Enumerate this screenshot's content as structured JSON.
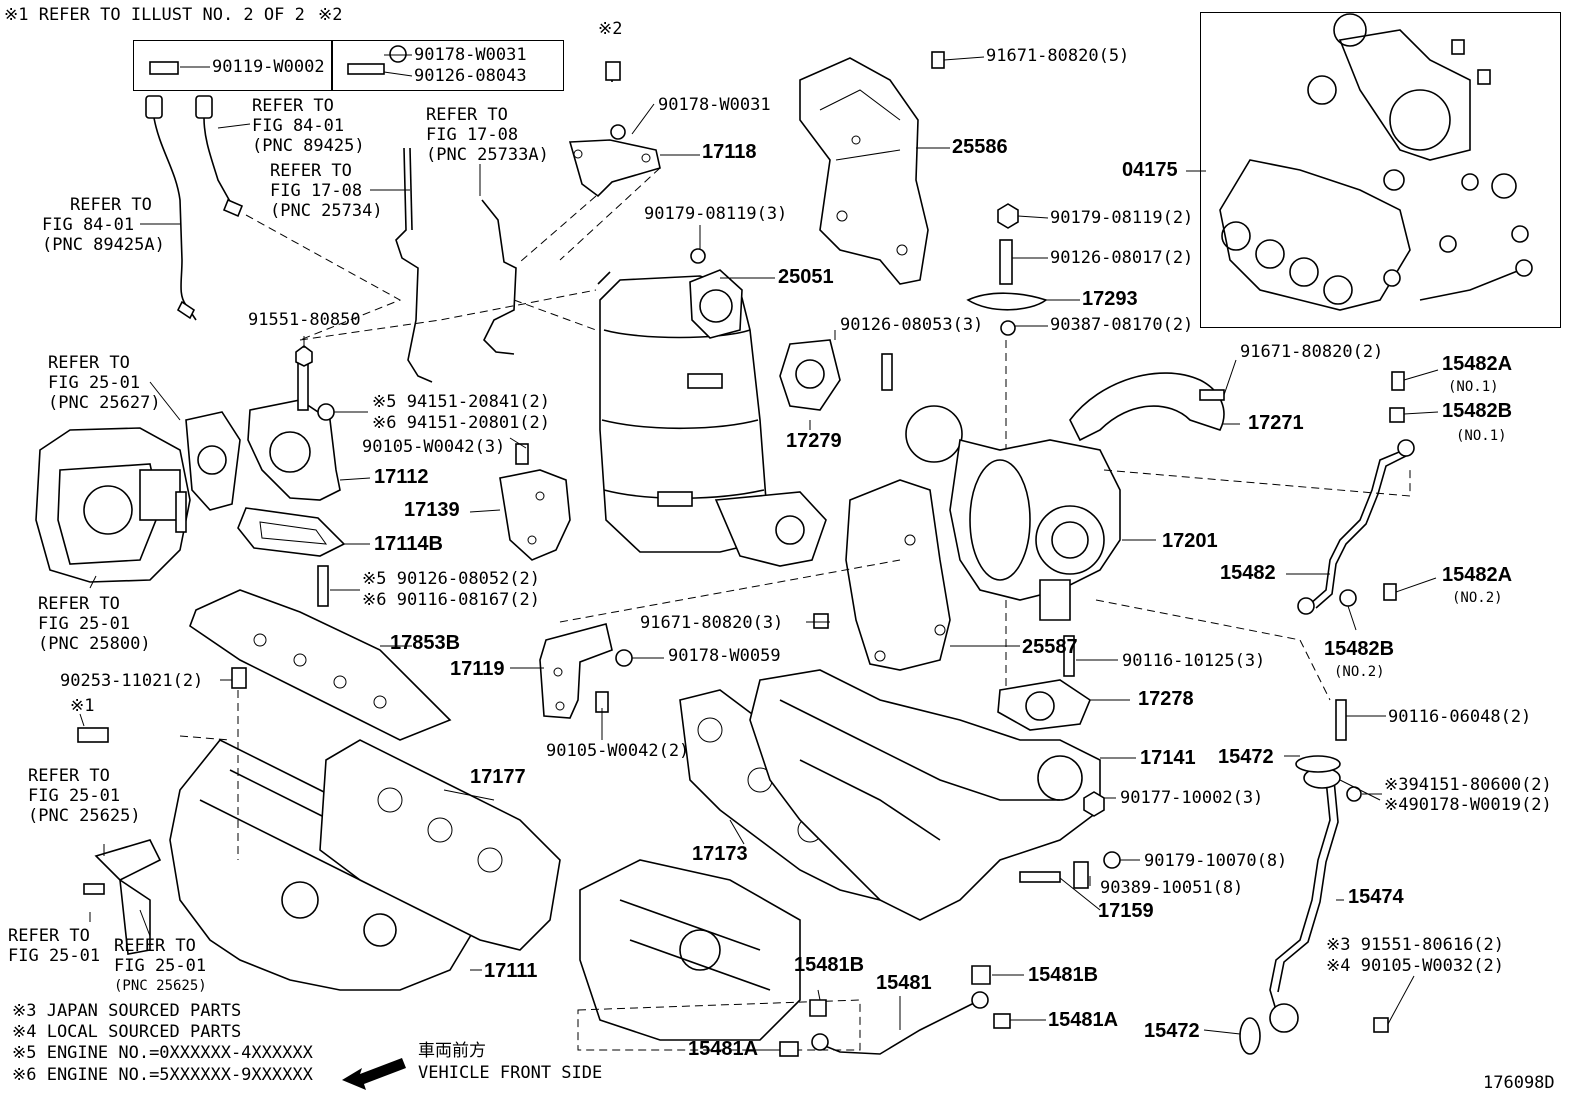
{
  "notes": {
    "n1": "※1  REFER TO ILLUST NO. 2 OF 2",
    "n2": "※2",
    "n3": "※3  JAPAN SOURCED PARTS",
    "n4": "※4  LOCAL SOURCED PARTS",
    "n5": "※5 ENGINE NO.=0XXXXXX-4XXXXXX",
    "n6": "※6 ENGINE NO.=5XXXXXX-9XXXXXX"
  },
  "front": {
    "jp": "車両前方",
    "en": "VEHICLE FRONT SIDE"
  },
  "figure_id": "176098D",
  "parts": {
    "p90119": "90119-W0002",
    "p90178a": "90178-W0031",
    "p90126a": "90126-08043",
    "note2b": "※2",
    "p90178b": "90178-W0031",
    "p17118": "17118",
    "p90179a": "90179-08119(3)",
    "p25051": "25051",
    "p91671a": "91671-80820(5)",
    "p25586": "25586",
    "p90179b": "90179-08119(2)",
    "p90126b": "90126-08017(2)",
    "p17293": "17293",
    "p90387": "90387-08170(2)",
    "p04175": "04175",
    "p91551": "91551-80850",
    "p94151a": "※5 94151-20841(2)",
    "p94151b": "※6 94151-20801(2)",
    "p90105a": "90105-W0042(3)",
    "p17112": "17112",
    "p17139": "17139",
    "p17114b": "17114B",
    "p90126c": "※5 90126-08052(2)",
    "p90116a": "※6 90116-08167(2)",
    "p17853b": "17853B",
    "p17119": "17119",
    "p90178c": "90178-W0059",
    "p90105b": "90105-W0042(2)",
    "p91671b": "91671-80820(3)",
    "p25587": "25587",
    "p90116b": "90116-10125(3)",
    "p17278": "17278",
    "p90126d": "90126-08053(3)",
    "p17279": "17279",
    "p91671c": "91671-80820(2)",
    "p17271": "17271",
    "p15482a": "15482A",
    "p15482a_no1": "(NO.1)",
    "p15482b": "15482B",
    "p15482b_no1": "(NO.1)",
    "p17201": "17201",
    "p15482": "15482",
    "p15482a2": "15482A",
    "p15482a2_no": "(NO.2)",
    "p15482b2": "15482B",
    "p15482b2_no": "(NO.2)",
    "p90253": "90253-11021(2)",
    "note1": "※1",
    "p17177": "17177",
    "p17173": "17173",
    "p17141": "17141",
    "p90177": "90177-10002(3)",
    "p90179c": "90179-10070(8)",
    "p90389": "90389-10051(8)",
    "p17159": "17159",
    "p90116c": "90116-06048(2)",
    "p15472a": "15472",
    "p94151c": "※394151-80600(2)",
    "p90178d": "※490178-W0019(2)",
    "p15474": "15474",
    "p91551b": "※3 91551-80616(2)",
    "p90105c": "※4 90105-W0032(2)",
    "p15472b": "15472",
    "p15481b1": "15481B",
    "p15481": "15481",
    "p15481b2": "15481B",
    "p15481a1": "15481A",
    "p15481a2": "15481A",
    "p17111": "17111"
  },
  "refs": {
    "r1": [
      "REFER TO",
      "FIG 84-01",
      "(PNC 89425A)"
    ],
    "r2": [
      "REFER TO",
      "FIG 84-01",
      "(PNC 89425)"
    ],
    "r3": [
      "REFER TO",
      "FIG 17-08",
      "(PNC 25734)"
    ],
    "r4": [
      "REFER TO",
      "FIG 17-08",
      "(PNC 25733A)"
    ],
    "r5": [
      "REFER TO",
      "FIG 25-01",
      "(PNC 25627)"
    ],
    "r6": [
      "REFER TO",
      "FIG 25-01",
      "(PNC 25800)"
    ],
    "r7": [
      "REFER TO",
      "FIG 25-01",
      "(PNC 25625)"
    ],
    "r8": [
      "REFER TO",
      "FIG 25-01"
    ],
    "r9": [
      "REFER TO",
      "FIG 25-01",
      "(PNC 25625)"
    ]
  }
}
